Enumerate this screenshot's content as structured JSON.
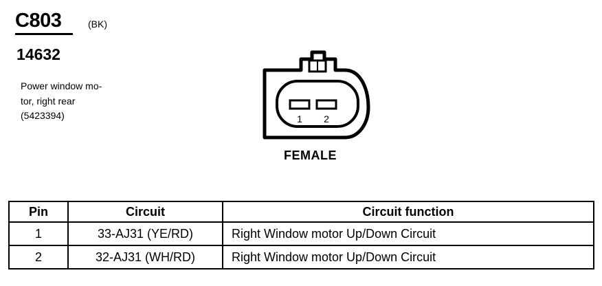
{
  "connector": {
    "id": "C803",
    "color": "(BK)",
    "part_number": "14632",
    "description_lines": [
      "Power window mo-",
      "tor, right rear",
      "(5423394)"
    ],
    "gender": "FEMALE",
    "pin_labels": [
      "1",
      "2"
    ]
  },
  "table": {
    "headers": [
      "Pin",
      "Circuit",
      "Circuit function"
    ],
    "rows": [
      {
        "pin": "1",
        "circuit": "33-AJ31 (YE/RD)",
        "function": "Right Window motor Up/Down Circuit"
      },
      {
        "pin": "2",
        "circuit": "32-AJ31 (WH/RD)",
        "function": "Right Window motor Up/Down Circuit"
      }
    ]
  }
}
